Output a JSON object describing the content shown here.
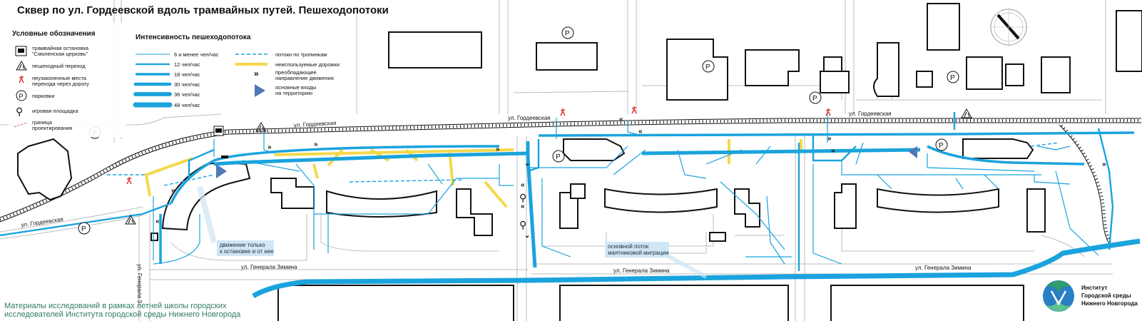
{
  "title": "Сквер по ул. Гордеевской вдоль трамвайных путей. Пешеходопотоки",
  "legend": {
    "heading": "Условные обозначения",
    "items": [
      {
        "icon": "tram-stop-icon",
        "label_line1": "трамвайная остановка",
        "label_line2": "\"Смоленская церковь\""
      },
      {
        "icon": "crosswalk-icon",
        "label_line1": "пешеходный переход",
        "label_line2": ""
      },
      {
        "icon": "pedestrian-red-icon",
        "label_line1": "неузаконенные места",
        "label_line2": "перехода через дорогу"
      },
      {
        "icon": "parking-icon",
        "label_line1": "парковки",
        "label_line2": ""
      },
      {
        "icon": "playground-icon",
        "label_line1": "игровая площадка",
        "label_line2": ""
      },
      {
        "icon": "boundary-icon",
        "label_line1": "граница",
        "label_line2": "проектирования"
      }
    ]
  },
  "intensity": {
    "heading": "Интенсивность пешеходопотока",
    "levels": [
      {
        "label": "6 и менее чел/час"
      },
      {
        "label": "12 чел/час"
      },
      {
        "label": "18 чел/час"
      },
      {
        "label": "30 чел/час"
      },
      {
        "label": "36 чел/час"
      },
      {
        "label": "48 чел/час"
      }
    ],
    "right_items": [
      {
        "label_line1": "потоки по тропинкам",
        "label_line2": ""
      },
      {
        "label_line1": "неиспользуемые дорожки",
        "label_line2": ""
      },
      {
        "label_line1": "преобладающее",
        "label_line2": "направление движения"
      },
      {
        "label_line1": "основные входы",
        "label_line2": "на территорию"
      }
    ]
  },
  "map": {
    "street_gordeevskaya": "ул. Гордеевская",
    "street_zimina": "ул. Генерала Зимина",
    "street_zimina_vertical": "ул. Генерала З",
    "parking_letter": "P",
    "note_stop_line1": "движение только",
    "note_stop_line2": "к остановке и от нее",
    "note_flow_line1": "основной поток",
    "note_flow_line2": "маятниковой миграции"
  },
  "colors": {
    "flow": "#1aa3dd",
    "unused": "#f5d84a",
    "entry": "#4f78b5",
    "illegal": "#e0302a",
    "note_bg": "#cfe6f5",
    "credit_text": "#2f7a66",
    "logo_green": "#2f9e6a",
    "logo_blue": "#2a7fc4"
  },
  "footer": {
    "credit_line1": "Материалы исследований в рамках летней школы городских",
    "credit_line2": "исследователей Института городской среды Нижнего Новгорода",
    "logo_line1": "Институт",
    "logo_line2": "Городской среды",
    "logo_line3": "Нижнего Новгорода"
  }
}
